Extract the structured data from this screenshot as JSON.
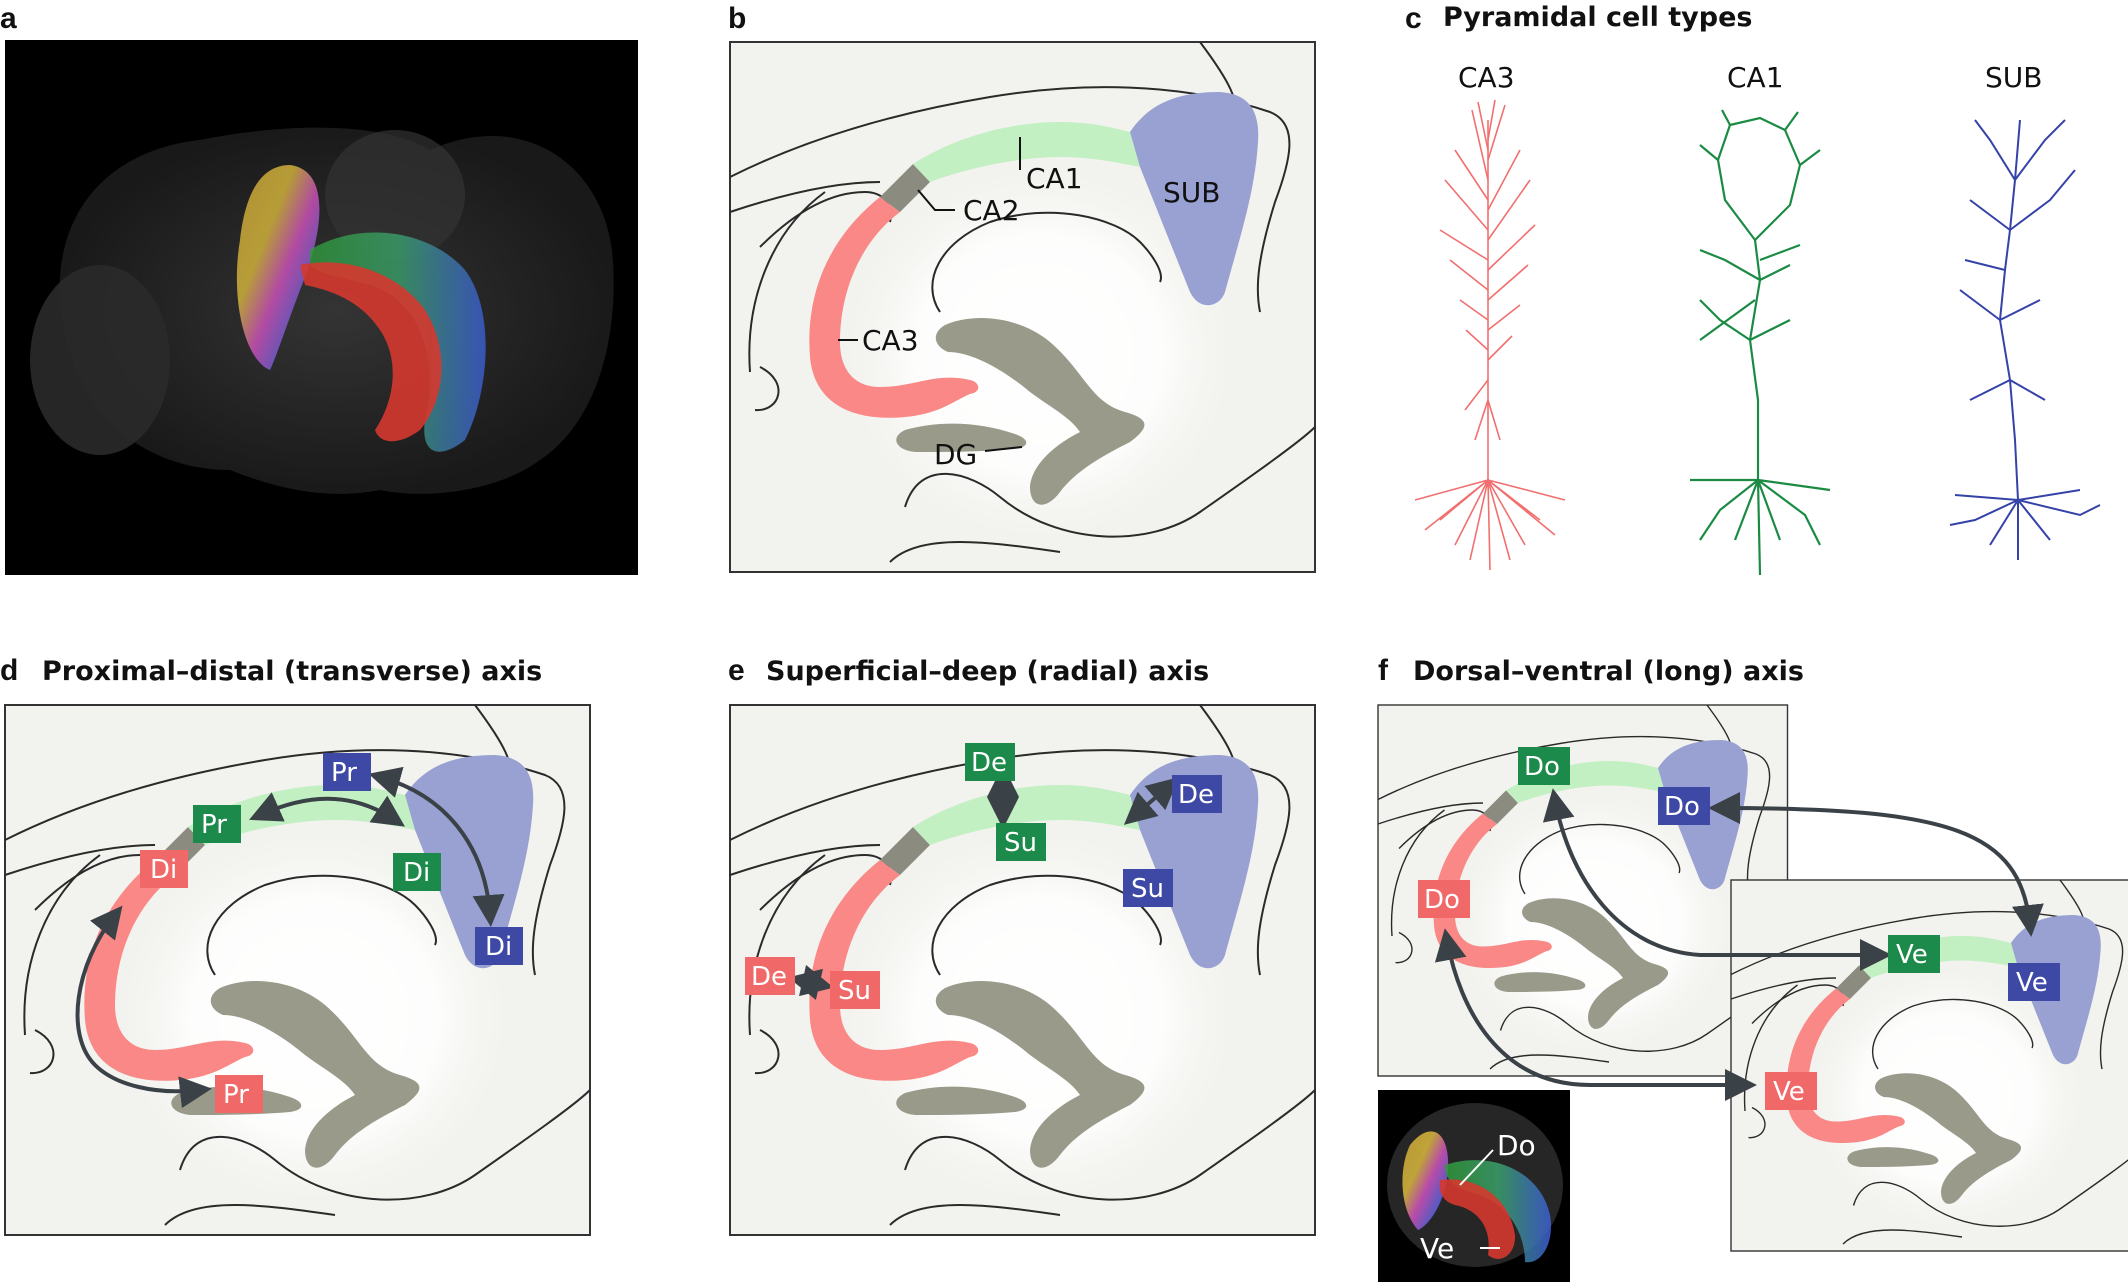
{
  "panels": {
    "a": {
      "label": "a"
    },
    "b": {
      "label": "b",
      "regions": {
        "ca1": "CA1",
        "ca2": "CA2",
        "ca3": "CA3",
        "sub": "SUB",
        "dg": "DG"
      }
    },
    "c": {
      "label": "c",
      "title": "Pyramidal cell types",
      "cells": [
        "CA3",
        "CA1",
        "SUB"
      ]
    },
    "d": {
      "label": "d",
      "title": "Proximal–distal (transverse) axis",
      "badges": {
        "ca3_pr": "Pr",
        "ca3_di": "Di",
        "ca1_pr": "Pr",
        "ca1_di": "Di",
        "sub_pr": "Pr",
        "sub_di": "Di"
      }
    },
    "e": {
      "label": "e",
      "title": "Superficial–deep (radial) axis",
      "badges": {
        "ca1_de": "De",
        "ca1_su": "Su",
        "sub_de": "De",
        "sub_su": "Su",
        "ca3_de": "De",
        "ca3_su": "Su"
      }
    },
    "f": {
      "label": "f",
      "title": "Dorsal–ventral (long) axis",
      "badges": {
        "ca1_do": "Do",
        "sub_do": "Do",
        "ca3_do": "Do",
        "ca1_ve": "Ve",
        "sub_ve": "Ve",
        "ca3_ve": "Ve"
      },
      "inset": {
        "do": "Do",
        "ve": "Ve"
      }
    }
  },
  "colors": {
    "ca3": "#f98886",
    "ca1": "#c3f0c3",
    "ca2": "#8b8b80",
    "sub": "#98a1d1",
    "dg": "#9a9a8b",
    "badge_ca3": "#f16868",
    "badge_ca1": "#1c8a4a",
    "badge_sub": "#3e49a6",
    "neuron_ca3": "#f26f6f",
    "neuron_ca1": "#1b8b44",
    "neuron_sub": "#3542a8",
    "panel_bg": "#f2f2ee",
    "arrow": "#3a4248"
  }
}
